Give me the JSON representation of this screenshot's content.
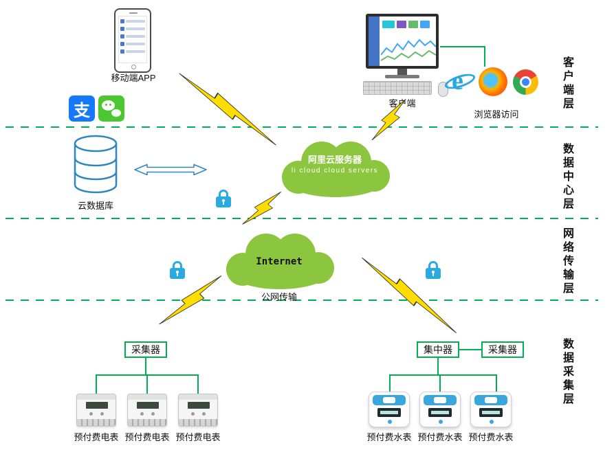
{
  "layer_labels": {
    "client": "客户端层",
    "datacenter": "数据中心层",
    "network": "网络传输层",
    "collection": "数据采集层"
  },
  "client": {
    "mobile_app": "移动端APP",
    "desktop": "客户端",
    "browser": "浏览器访问",
    "alipay_glyph": "支"
  },
  "datacenter": {
    "cloud_title": "阿里云服务器",
    "cloud_subtitle": "li cloud  cloud servers",
    "database": "云数据库"
  },
  "network": {
    "internet": "Internet",
    "transmission": "公网传输"
  },
  "collection": {
    "collector_left": "采集器",
    "concentrator": "集中器",
    "collector_right": "采集器",
    "electric_meters": [
      "预付费电表",
      "预付费电表",
      "预付费电表"
    ],
    "water_meters": [
      "预付费水表",
      "预付费水表",
      "预付费水表"
    ]
  },
  "colors": {
    "cloud_green": "#8CC63E",
    "line_green": "#00B050",
    "database_blue": "#2E86C1",
    "lock_cyan": "#29ABE2",
    "bolt_yellow": "#FFDD00"
  }
}
